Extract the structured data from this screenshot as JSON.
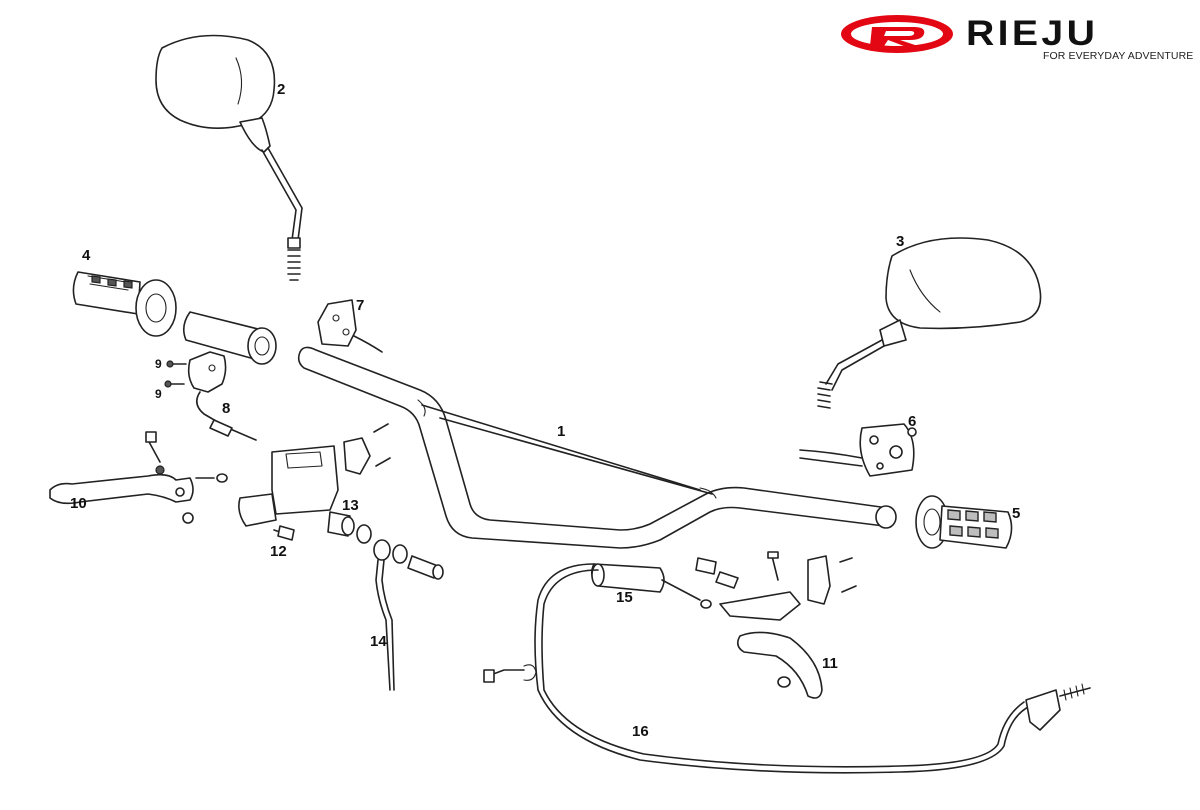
{
  "brand": {
    "name": "RIEJU",
    "tagline": "FOR EVERYDAY ADVENTURE",
    "colors": {
      "accent": "#e30613",
      "text": "#111111"
    }
  },
  "diagram": {
    "callouts": [
      {
        "id": "c1",
        "label": "1"
      },
      {
        "id": "c2",
        "label": "2"
      },
      {
        "id": "c3",
        "label": "3"
      },
      {
        "id": "c4",
        "label": "4"
      },
      {
        "id": "c5",
        "label": "5"
      },
      {
        "id": "c6",
        "label": "6"
      },
      {
        "id": "c7",
        "label": "7"
      },
      {
        "id": "c8",
        "label": "8"
      },
      {
        "id": "c9a",
        "label": "9"
      },
      {
        "id": "c9b",
        "label": "9"
      },
      {
        "id": "c10",
        "label": "10"
      },
      {
        "id": "c11",
        "label": "11"
      },
      {
        "id": "c12",
        "label": "12"
      },
      {
        "id": "c13",
        "label": "13"
      },
      {
        "id": "c14",
        "label": "14"
      },
      {
        "id": "c15",
        "label": "15"
      },
      {
        "id": "c16",
        "label": "16"
      }
    ]
  }
}
